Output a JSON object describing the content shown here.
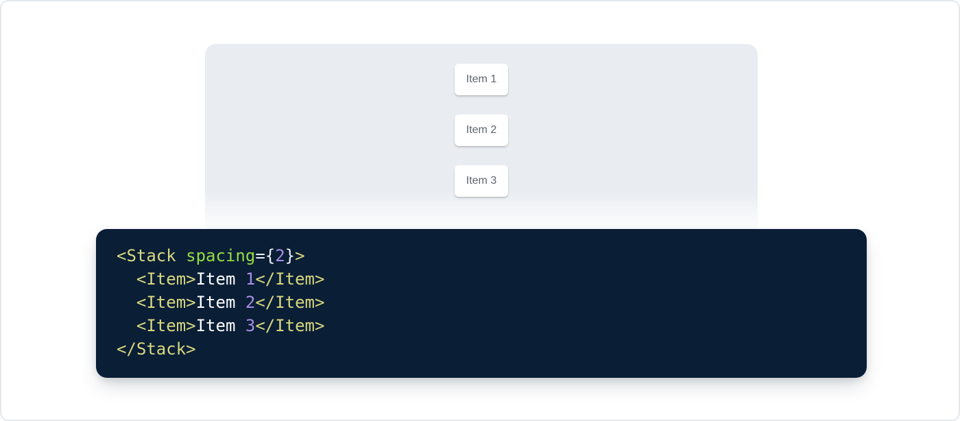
{
  "demo": {
    "items": [
      {
        "label": "Item 1"
      },
      {
        "label": "Item 2"
      },
      {
        "label": "Item 3"
      }
    ]
  },
  "code": {
    "language": "jsx",
    "lines": [
      [
        {
          "type": "tag",
          "text": "<Stack"
        },
        {
          "type": "plain",
          "text": " "
        },
        {
          "type": "attr",
          "text": "spacing"
        },
        {
          "type": "punct",
          "text": "={"
        },
        {
          "type": "num",
          "text": "2"
        },
        {
          "type": "punct",
          "text": "}"
        },
        {
          "type": "tag",
          "text": ">"
        }
      ],
      [
        {
          "type": "plain",
          "text": "  "
        },
        {
          "type": "tag",
          "text": "<Item>"
        },
        {
          "type": "plain",
          "text": "Item "
        },
        {
          "type": "num",
          "text": "1"
        },
        {
          "type": "tag",
          "text": "</Item>"
        }
      ],
      [
        {
          "type": "plain",
          "text": "  "
        },
        {
          "type": "tag",
          "text": "<Item>"
        },
        {
          "type": "plain",
          "text": "Item "
        },
        {
          "type": "num",
          "text": "2"
        },
        {
          "type": "tag",
          "text": "</Item>"
        }
      ],
      [
        {
          "type": "plain",
          "text": "  "
        },
        {
          "type": "tag",
          "text": "<Item>"
        },
        {
          "type": "plain",
          "text": "Item "
        },
        {
          "type": "num",
          "text": "3"
        },
        {
          "type": "tag",
          "text": "</Item>"
        }
      ],
      [
        {
          "type": "tag",
          "text": "</Stack>"
        }
      ]
    ]
  },
  "colors": {
    "frame-border": "#e3e8ed",
    "panel-bg": "#e9edf2",
    "card-text": "#5e646b",
    "code-bg": "#0a1e36",
    "tok-tag": "#d8d87e",
    "tok-attr": "#95dc45",
    "tok-num": "#a78fe6",
    "tok-punct": "#edeff5",
    "tok-plain": "#ffffff"
  }
}
